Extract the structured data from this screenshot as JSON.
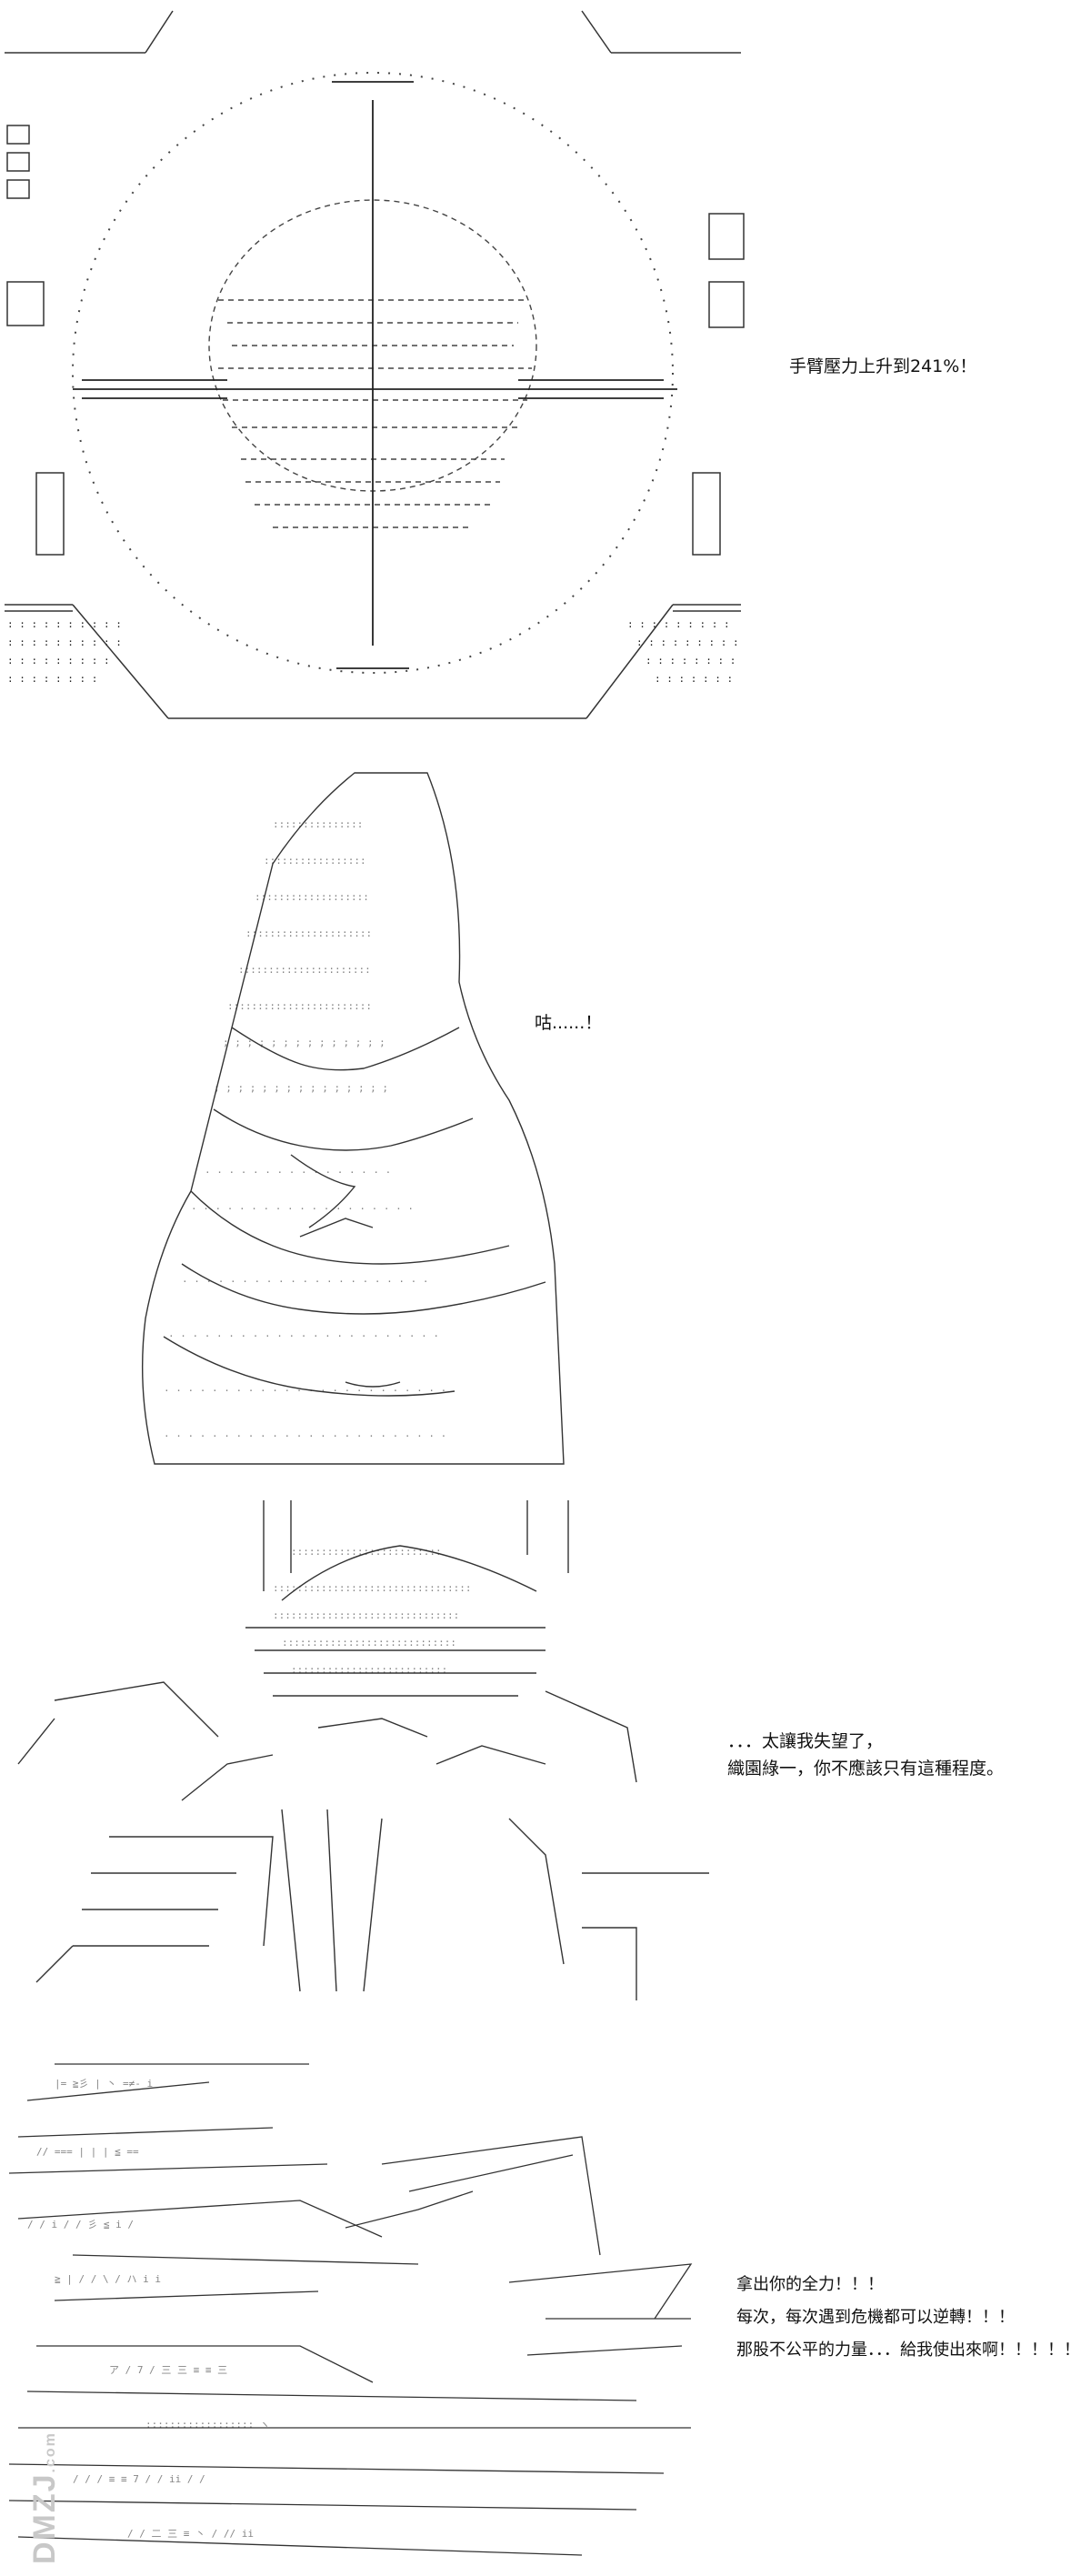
{
  "panels": [
    {
      "id": "gauge",
      "dialog": [
        "手臂壓力上升到241%！"
      ]
    },
    {
      "id": "figure",
      "dialog": [
        "咕......！"
      ]
    },
    {
      "id": "confront",
      "dialog": [
        "．．．太讓我失望了，",
        "織園綠一，你不應該只有這種程度。"
      ]
    },
    {
      "id": "power",
      "dialog": [
        "拿出你的全力！！！",
        "每次，每次遇到危機都可以逆轉！！！",
        "那股不公平的力量．．．給我使出來啊！！！！！"
      ]
    }
  ],
  "watermark": {
    "text": "DMZJ",
    "site": ".com"
  },
  "colors": {
    "ink": "#222222",
    "background": "#ffffff",
    "watermark": "#c8c8c8"
  }
}
